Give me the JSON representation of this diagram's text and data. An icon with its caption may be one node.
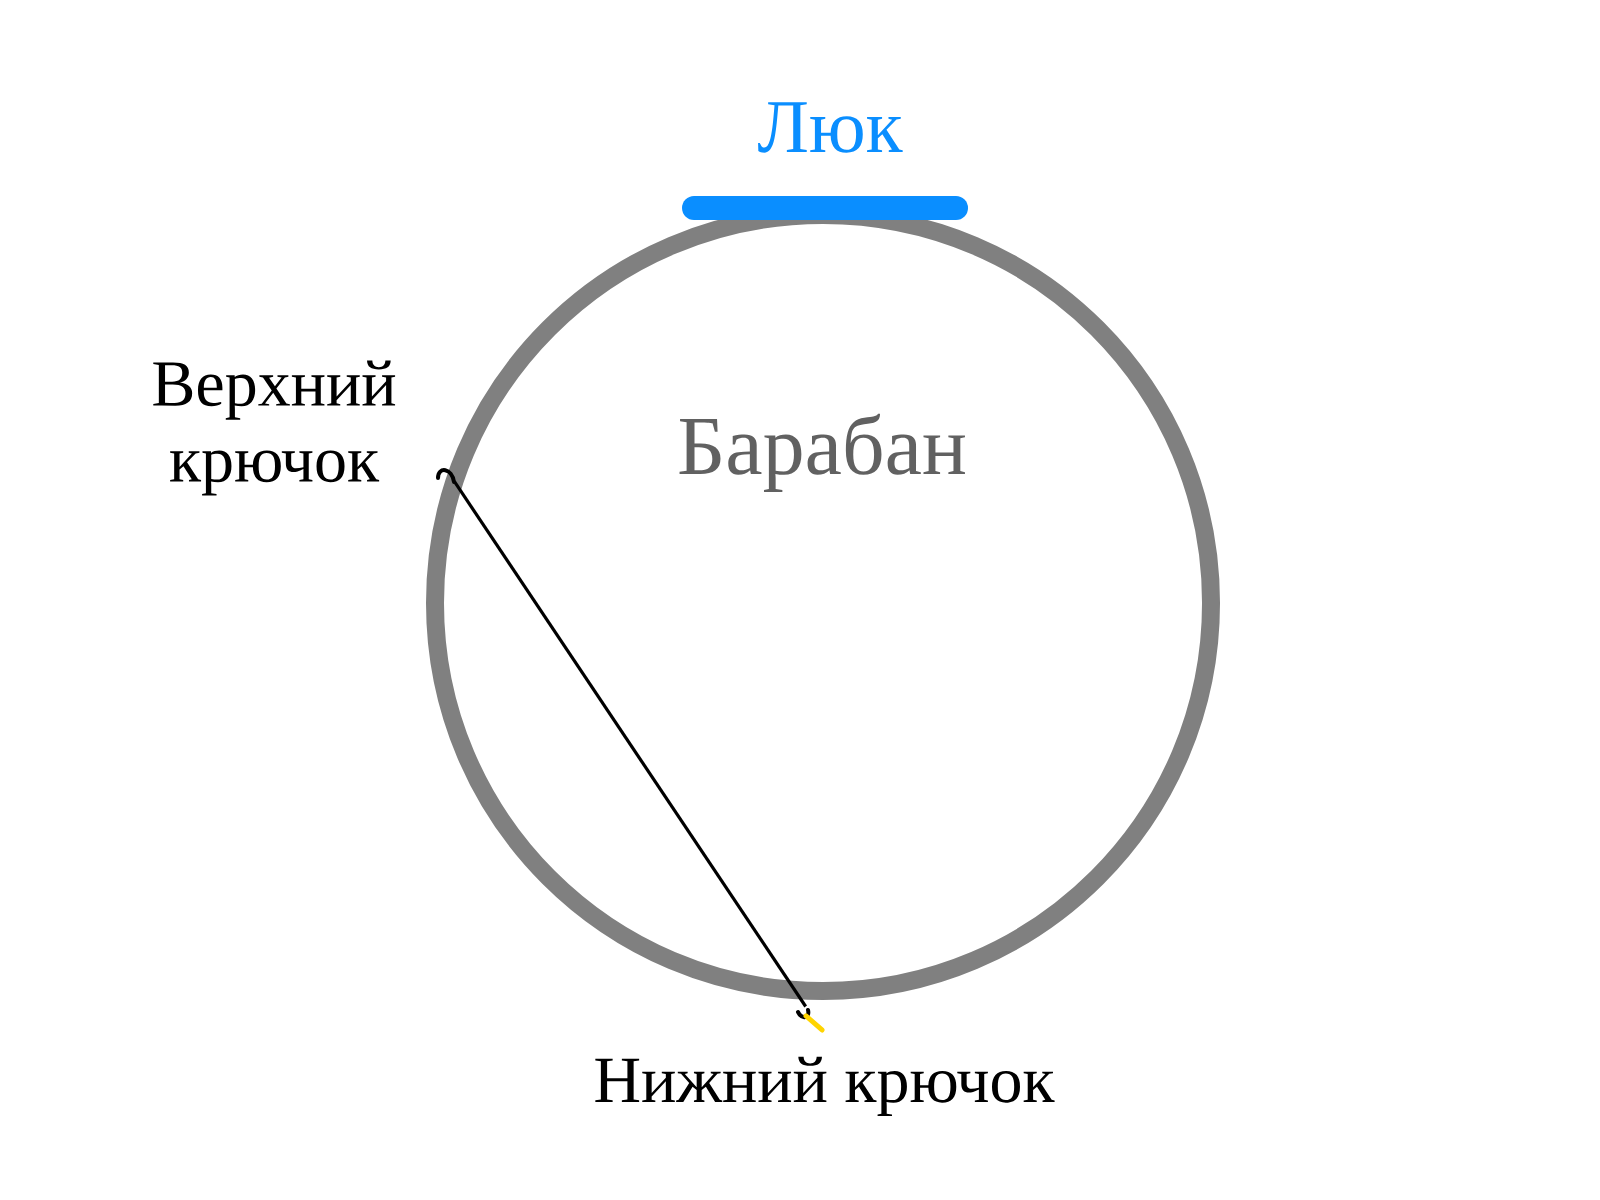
{
  "diagram": {
    "nodes": [
      {
        "text": [
          "Барабан"
        ]
      },
      {
        "text": [
          "Люк"
        ]
      },
      {
        "text": [],
        "shape": "picture",
        "in": 0,
        "beside": [
          "Верхний крючок"
        ]
      },
      {
        "text": [],
        "shape": "picture",
        "beside": [
          "Нижний крючок"
        ]
      }
    ],
    "edges": [
      {
        "from": 2,
        "to": 3,
        "arrow": "none"
      }
    ]
  }
}
